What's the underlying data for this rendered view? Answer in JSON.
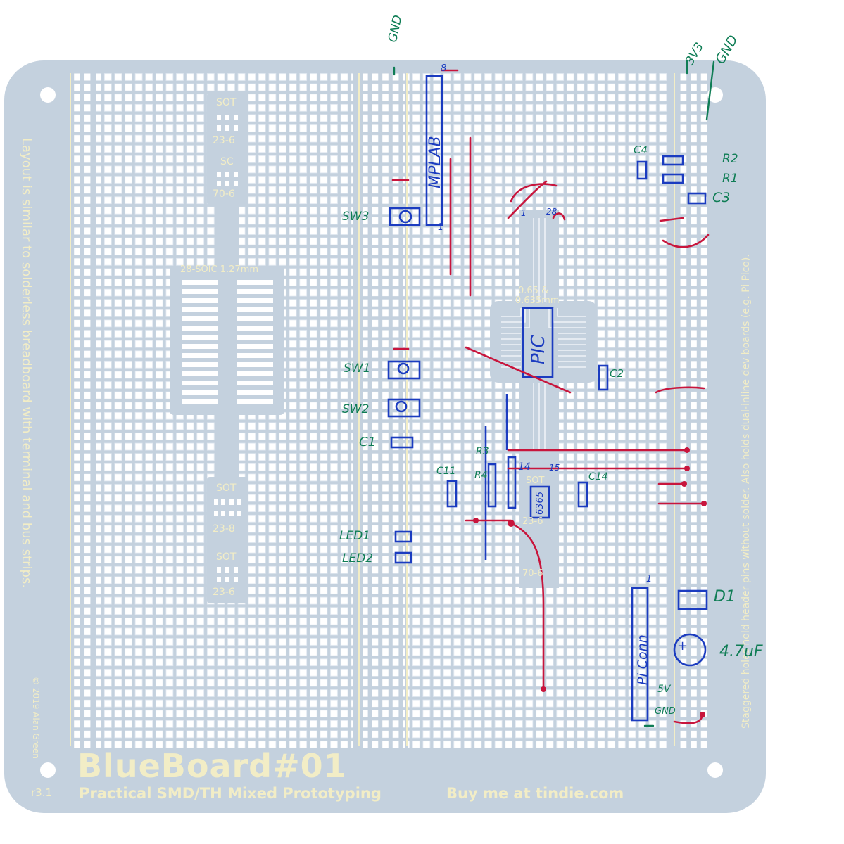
{
  "board": {
    "title": "BlueBoard#01",
    "subtitle": "Practical SMD/TH Mixed Prototyping",
    "buy_text": "Buy me at tindie.com",
    "revision": "r3.1",
    "copyright": "© 2019 Alan Green",
    "left_side_text": "Layout is similar to solderless breadboard with terminal and bus strips.",
    "right_side_text": "Staggered holes hold header pins without solder. Also holds dual-inline dev boards (e.g. Pi Pico).",
    "footprints": {
      "sot_top_a": "SOT",
      "sot_top_b": "23-6",
      "sc_top_a": "SC",
      "sc_top_b": "70-6",
      "soic": "28-SOIC 1.27mm",
      "sot_bot1_a": "SOT",
      "sot_bot1_b": "23-8",
      "sot_bot2_a": "SOT",
      "sot_bot2_b": "23-6",
      "tssop_a": "0.65 &",
      "tssop_b": "0.635mm",
      "sot_mid_a": "SOT",
      "sot_mid_b": "23-6",
      "sc_mid_b": "70-6"
    },
    "colors": {
      "board": "#c4d1de",
      "hole": "#ffffff",
      "silk": "#f2edc6",
      "ink_blue": "#1b3cc0",
      "ink_red": "#c8153c",
      "ink_green": "#0f7d55"
    }
  },
  "annotations": {
    "gnd_top_left": "GND",
    "v3v3": "3V3",
    "gnd_top_right": "GND",
    "mplab": "MPLAB",
    "mplab_pin8": "8",
    "mplab_pin1": "1",
    "sw3": "SW3",
    "c4": "C4",
    "r2": "R2",
    "r1": "R1",
    "c3": "C3",
    "pin1": "1",
    "pin28": "28",
    "pic": "PIC",
    "c2": "C2",
    "sw1": "SW1",
    "sw2": "SW2",
    "c1": "C1",
    "r3": "R3",
    "r4": "R4",
    "c11": "C11",
    "pin14": "14",
    "pin15": "15",
    "c14": "C14",
    "ic_label": "6365",
    "led1": "LED1",
    "led2": "LED2",
    "d1": "D1",
    "pi_conn": "Pi Conn",
    "pi_pin1": "1",
    "v5": "5V",
    "gnd_pi": "GND",
    "cap": "4.7uF",
    "plus": "+"
  }
}
